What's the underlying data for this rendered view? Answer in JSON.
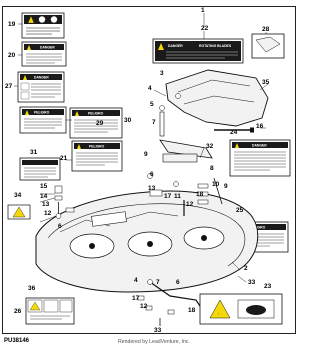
{
  "figure": {
    "code": "PU38146",
    "credit": "Rendered by LeadVenture, Inc.",
    "top_callout": "1"
  },
  "decals": {
    "danger_word": "DANGER",
    "peligro_word": "PELIGRO",
    "rotating_blade_text": "ROTATING BLADES"
  },
  "callouts": [
    "1",
    "2",
    "3",
    "4",
    "5",
    "6",
    "7",
    "8",
    "9",
    "10",
    "11",
    "12",
    "13",
    "14",
    "15",
    "16",
    "17",
    "18",
    "19",
    "20",
    "21",
    "22",
    "23",
    "24",
    "25",
    "26",
    "27",
    "28",
    "29",
    "30",
    "31",
    "32",
    "33",
    "34",
    "35",
    "36"
  ],
  "colors": {
    "ink": "#111111",
    "decal_black": "#1a1a1a",
    "part_fill": "#f2f2f2",
    "warning_yellow": "#f5d80a"
  }
}
